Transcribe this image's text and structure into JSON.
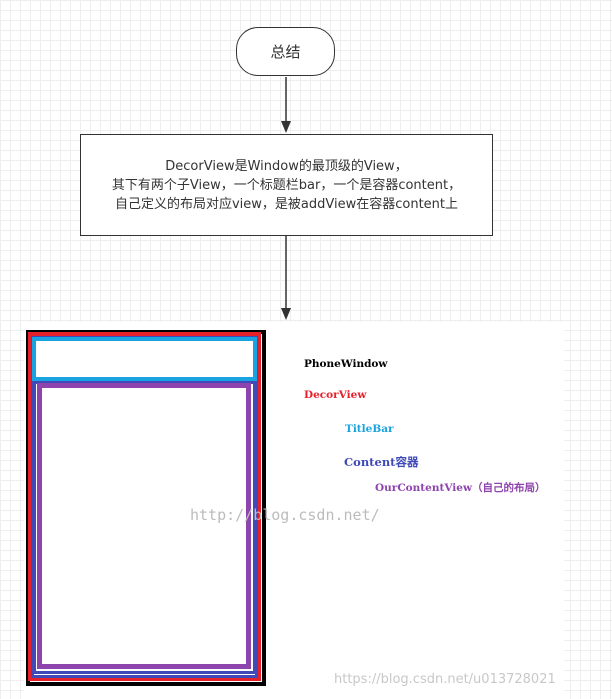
{
  "flowchart": {
    "start_label": "总结",
    "process_lines": [
      "DecorView是Window的最顶级的View，",
      "其下有两个子View，一个标题栏bar，一个是容器content，",
      "自己定义的布局对应view，是被addView在容器content上"
    ]
  },
  "legend": {
    "phone_window": "PhoneWindow",
    "decor_view": "DecorView",
    "title_bar": "TitleBar",
    "content": "Content容器",
    "our_content_view": "OurContentView（自己的布局）"
  },
  "colors": {
    "phone_window": "#000000",
    "decor_view": "#e5202a",
    "title_bar": "#19a3e0",
    "content": "#3f4ab8",
    "our_content_view": "#8e44ad"
  },
  "watermarks": {
    "center": "http://blog.csdn.net/",
    "corner": "https://blog.csdn.net/u013728021"
  }
}
